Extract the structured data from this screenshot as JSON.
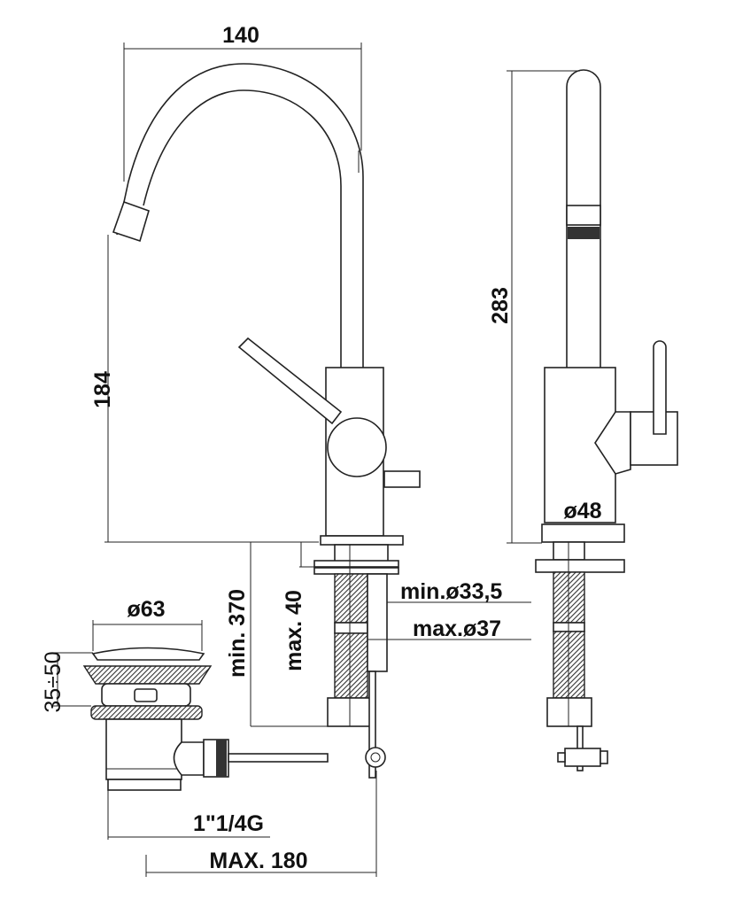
{
  "labels": {
    "width_140": "140",
    "height_184": "184",
    "height_283": "283",
    "diameter_48": "ø48",
    "min_370": "min. 370",
    "max_40": "max. 40",
    "min_hole": "min.ø33,5",
    "max_hole": "max.ø37",
    "diameter_63": "ø63",
    "range_35_50": "35÷50",
    "thread": "1\"1/4G",
    "max_180": "MAX. 180"
  }
}
